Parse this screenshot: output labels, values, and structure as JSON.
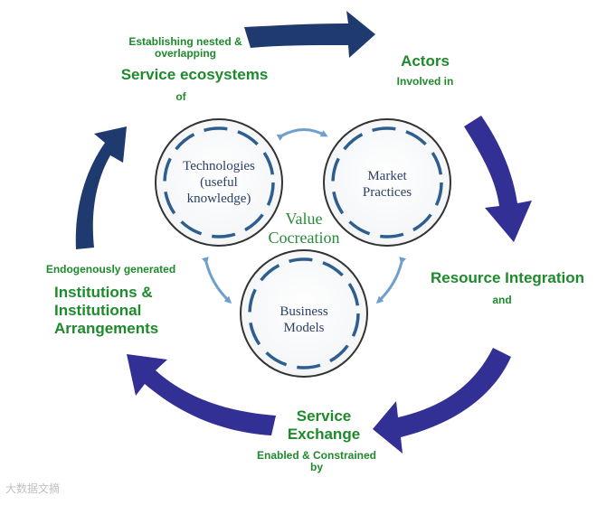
{
  "outer_cycle": {
    "top_left": {
      "pre": [
        "Establishing nested &",
        "overlapping"
      ],
      "main": "Service ecosystems",
      "post": "of"
    },
    "top_right": {
      "main": "Actors",
      "post": "Involved in"
    },
    "right": {
      "main": "Resource Integration",
      "post": "and"
    },
    "bottom": {
      "main": [
        "Service",
        "Exchange"
      ],
      "post": [
        "Enabled & Constrained",
        "by"
      ]
    },
    "left": {
      "pre": "Endogenously generated",
      "main": [
        "Institutions &",
        "Institutional",
        "Arrangements"
      ]
    }
  },
  "inner_circles": {
    "technologies": [
      "Technologies",
      "(useful",
      "knowledge)"
    ],
    "market": [
      "Market",
      "Practices"
    ],
    "business": [
      "Business",
      "Models"
    ]
  },
  "center": [
    "Value",
    "Cocreation"
  ],
  "watermark": "大数据文摘",
  "colors": {
    "outer_arrow_dark": "#1f3a6e",
    "outer_arrow_violet": "#322f95",
    "label_green": "#1e8a2c",
    "inner_text": "#2c3f66",
    "inner_arrow": "#2e5d8f",
    "link_arrow": "#6f9fcf"
  }
}
